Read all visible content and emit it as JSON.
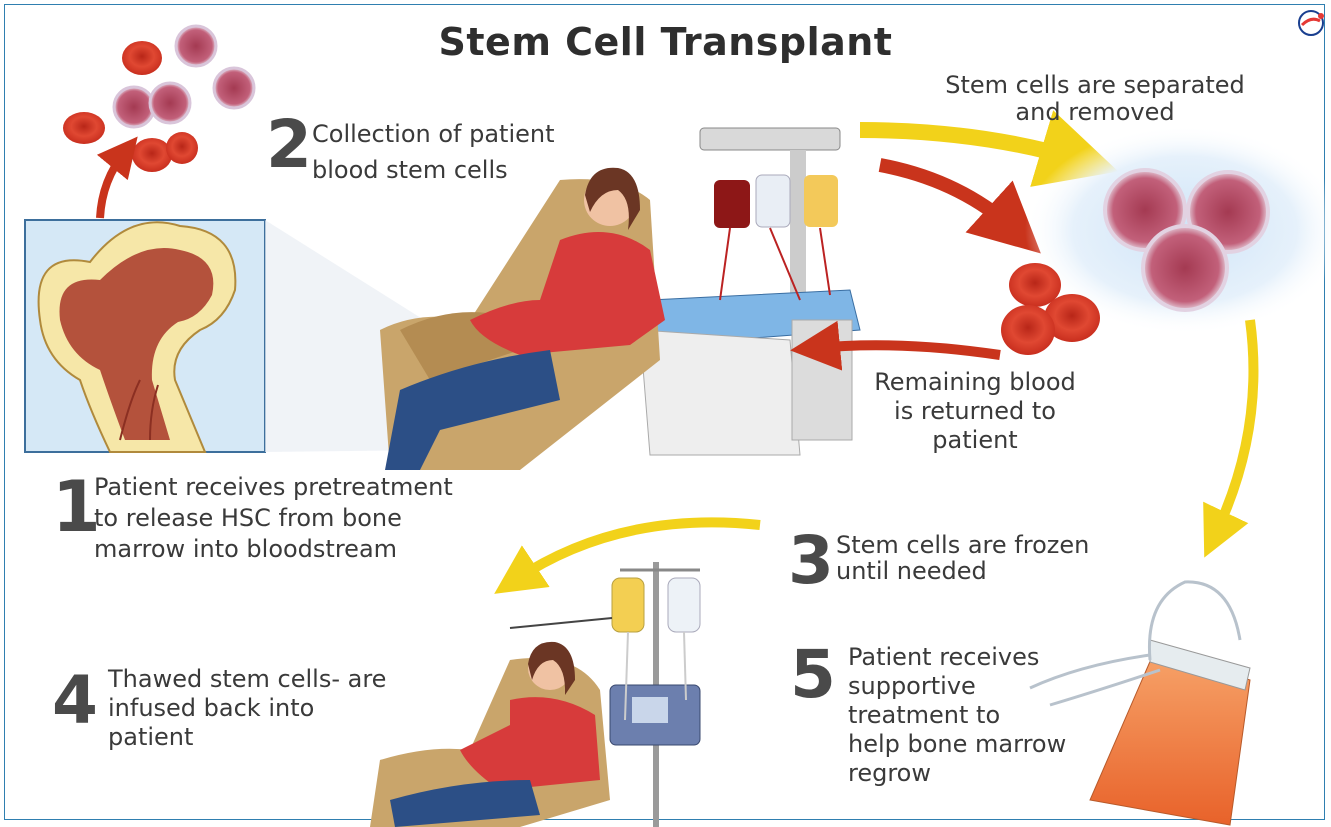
{
  "title": "Stem Cell Transplant",
  "steps": [
    {
      "number": "1",
      "lines": [
        "Patient receives pretreatment",
        "to release HSC from bone",
        "marrow into bloodstream"
      ]
    },
    {
      "number": "2",
      "lines": [
        "Collection of patient",
        "blood stem cells"
      ]
    },
    {
      "number": "3",
      "lines": [
        "Stem cells are frozen",
        "until needed"
      ]
    },
    {
      "number": "4",
      "lines": [
        "Thawed stem cells- are",
        "infused back into",
        "patient"
      ]
    },
    {
      "number": "5",
      "lines": [
        "Patient receives",
        "supportive",
        "treatment to",
        "help bone marrow",
        "regrow"
      ]
    }
  ],
  "annotations": {
    "separated": [
      "Stem cells are separated",
      "and removed"
    ],
    "returned": [
      "Remaining blood",
      "is returned to",
      "patient"
    ]
  },
  "colors": {
    "title": "#2e2e2e",
    "text": "#3a3a3a",
    "arrow_yellow": "#f2d21a",
    "arrow_red": "#c9341c",
    "blood_cell": "#d8352a",
    "stem_cell": "#b2495e",
    "frame": "#2f7fb0"
  },
  "icons": [
    "bone-marrow-illustration",
    "apheresis-machine-illustration",
    "patient-chair-illustration",
    "iv-pole-illustration",
    "blood-bag-illustration",
    "stem-cell-cluster",
    "red-blood-cells",
    "brand-logo-icon"
  ]
}
